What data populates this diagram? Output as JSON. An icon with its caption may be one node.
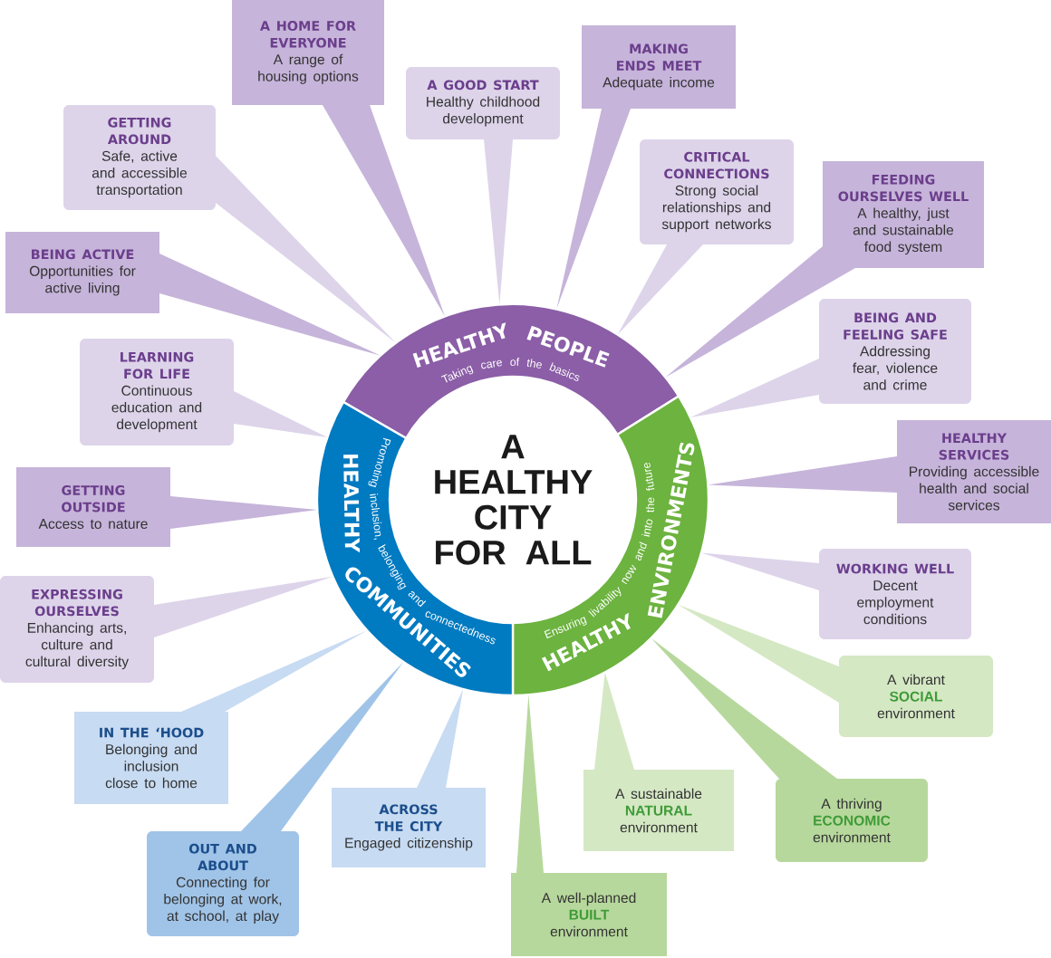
{
  "diagram": {
    "nodes": [
      {
        "text": [
          "A HEALTHY CITY FOR ALL"
        ]
      },
      {
        "text": [
          "HEALTHY PEOPLE",
          "Taking care of the basics"
        ]
      },
      {
        "text": [
          "HEALTHY ENVIRONMENTS",
          "Ensuring livability now and into the future"
        ]
      },
      {
        "text": [
          "HEALTHY COMMUNITIES",
          "Promoting inclusion, belonging and connectedness"
        ]
      },
      {
        "text": [
          "A HOME FOR EVERYONE",
          "A range of housing options"
        ]
      },
      {
        "text": [
          "MAKING ENDS MEET",
          "Adequate income"
        ]
      },
      {
        "text": [
          "A GOOD START",
          "Healthy childhood development"
        ]
      },
      {
        "text": [
          "GETTING AROUND",
          "Safe, active and accessible transportation"
        ]
      },
      {
        "text": [
          "CRITICAL CONNECTIONS",
          "Strong social relationships and support networks"
        ]
      },
      {
        "text": [
          "FEEDING OURSELVES WELL",
          "A healthy, just and sustainable food system"
        ]
      },
      {
        "text": [
          "BEING ACTIVE",
          "Opportunities for active living"
        ]
      },
      {
        "text": [
          "BEING AND FEELING SAFE",
          "Addressing fear, violence and crime"
        ]
      },
      {
        "text": [
          "LEARNING FOR LIFE",
          "Continuous education and development"
        ]
      },
      {
        "text": [
          "HEALTHY SERVICES",
          "Providing accessible health and social services"
        ]
      },
      {
        "text": [
          "GETTING OUTSIDE",
          "Access to nature"
        ]
      },
      {
        "text": [
          "WORKING WELL",
          "Decent employment conditions"
        ]
      },
      {
        "text": [
          "EXPRESSING OURSELVES",
          "Enhancing arts, culture and cultural diversity"
        ]
      },
      {
        "text": [
          "A vibrant **SOCIAL** environment"
        ]
      },
      {
        "text": [
          "IN THE ‘HOOD",
          "Belonging and inclusion close to home"
        ]
      },
      {
        "text": [
          "A sustainable **NATURAL** environment"
        ]
      },
      {
        "text": [
          "A thriving **ECONOMIC** environment"
        ]
      },
      {
        "text": [
          "ACROSS THE CITY",
          "Engaged citizenship"
        ]
      },
      {
        "text": [
          "OUT AND ABOUT",
          "Connecting for belonging at work, at school, at play"
        ]
      },
      {
        "text": [
          "A well-planned **BUILT** environment"
        ]
      }
    ],
    "edges": [
      {
        "from": 4,
        "to": 1,
        "arrow": "none",
        "color": "#c6b4da"
      },
      {
        "from": 5,
        "to": 1,
        "arrow": "none",
        "color": "#c6b4da"
      },
      {
        "from": 6,
        "to": 1,
        "arrow": "none",
        "color": "#ddd4ea"
      },
      {
        "from": 7,
        "to": 1,
        "arrow": "none",
        "color": "#ddd4ea"
      },
      {
        "from": 8,
        "to": 1,
        "arrow": "none",
        "color": "#ddd4ea"
      },
      {
        "from": 9,
        "to": 1,
        "arrow": "none",
        "color": "#c6b4da"
      },
      {
        "from": 10,
        "to": 1,
        "arrow": "none",
        "color": "#c6b4da"
      },
      {
        "from": 11,
        "to": 2,
        "arrow": "none",
        "color": "#ddd4ea"
      },
      {
        "from": 12,
        "to": 3,
        "arrow": "none",
        "color": "#ddd4ea"
      },
      {
        "from": 13,
        "to": 2,
        "arrow": "none",
        "color": "#c6b4da"
      },
      {
        "from": 14,
        "to": 3,
        "arrow": "none",
        "color": "#c6b4da"
      },
      {
        "from": 15,
        "to": 2,
        "arrow": "none",
        "color": "#ddd4ea"
      },
      {
        "from": 16,
        "to": 3,
        "arrow": "none",
        "color": "#ddd4ea"
      },
      {
        "from": 17,
        "to": 2,
        "arrow": "none",
        "color": "#d5e8c4"
      },
      {
        "from": 18,
        "to": 3,
        "arrow": "none",
        "color": "#c7dbf2"
      },
      {
        "from": 19,
        "to": 2,
        "arrow": "none",
        "color": "#d5e8c4"
      },
      {
        "from": 20,
        "to": 2,
        "arrow": "none",
        "color": "#b7d89c"
      },
      {
        "from": 21,
        "to": 3,
        "arrow": "none",
        "color": "#c7dbf2"
      },
      {
        "from": 22,
        "to": 3,
        "arrow": "none",
        "color": "#a0c4e8"
      },
      {
        "from": 23,
        "to": 2,
        "arrow": "none",
        "color": "#b7d89c"
      }
    ]
  }
}
